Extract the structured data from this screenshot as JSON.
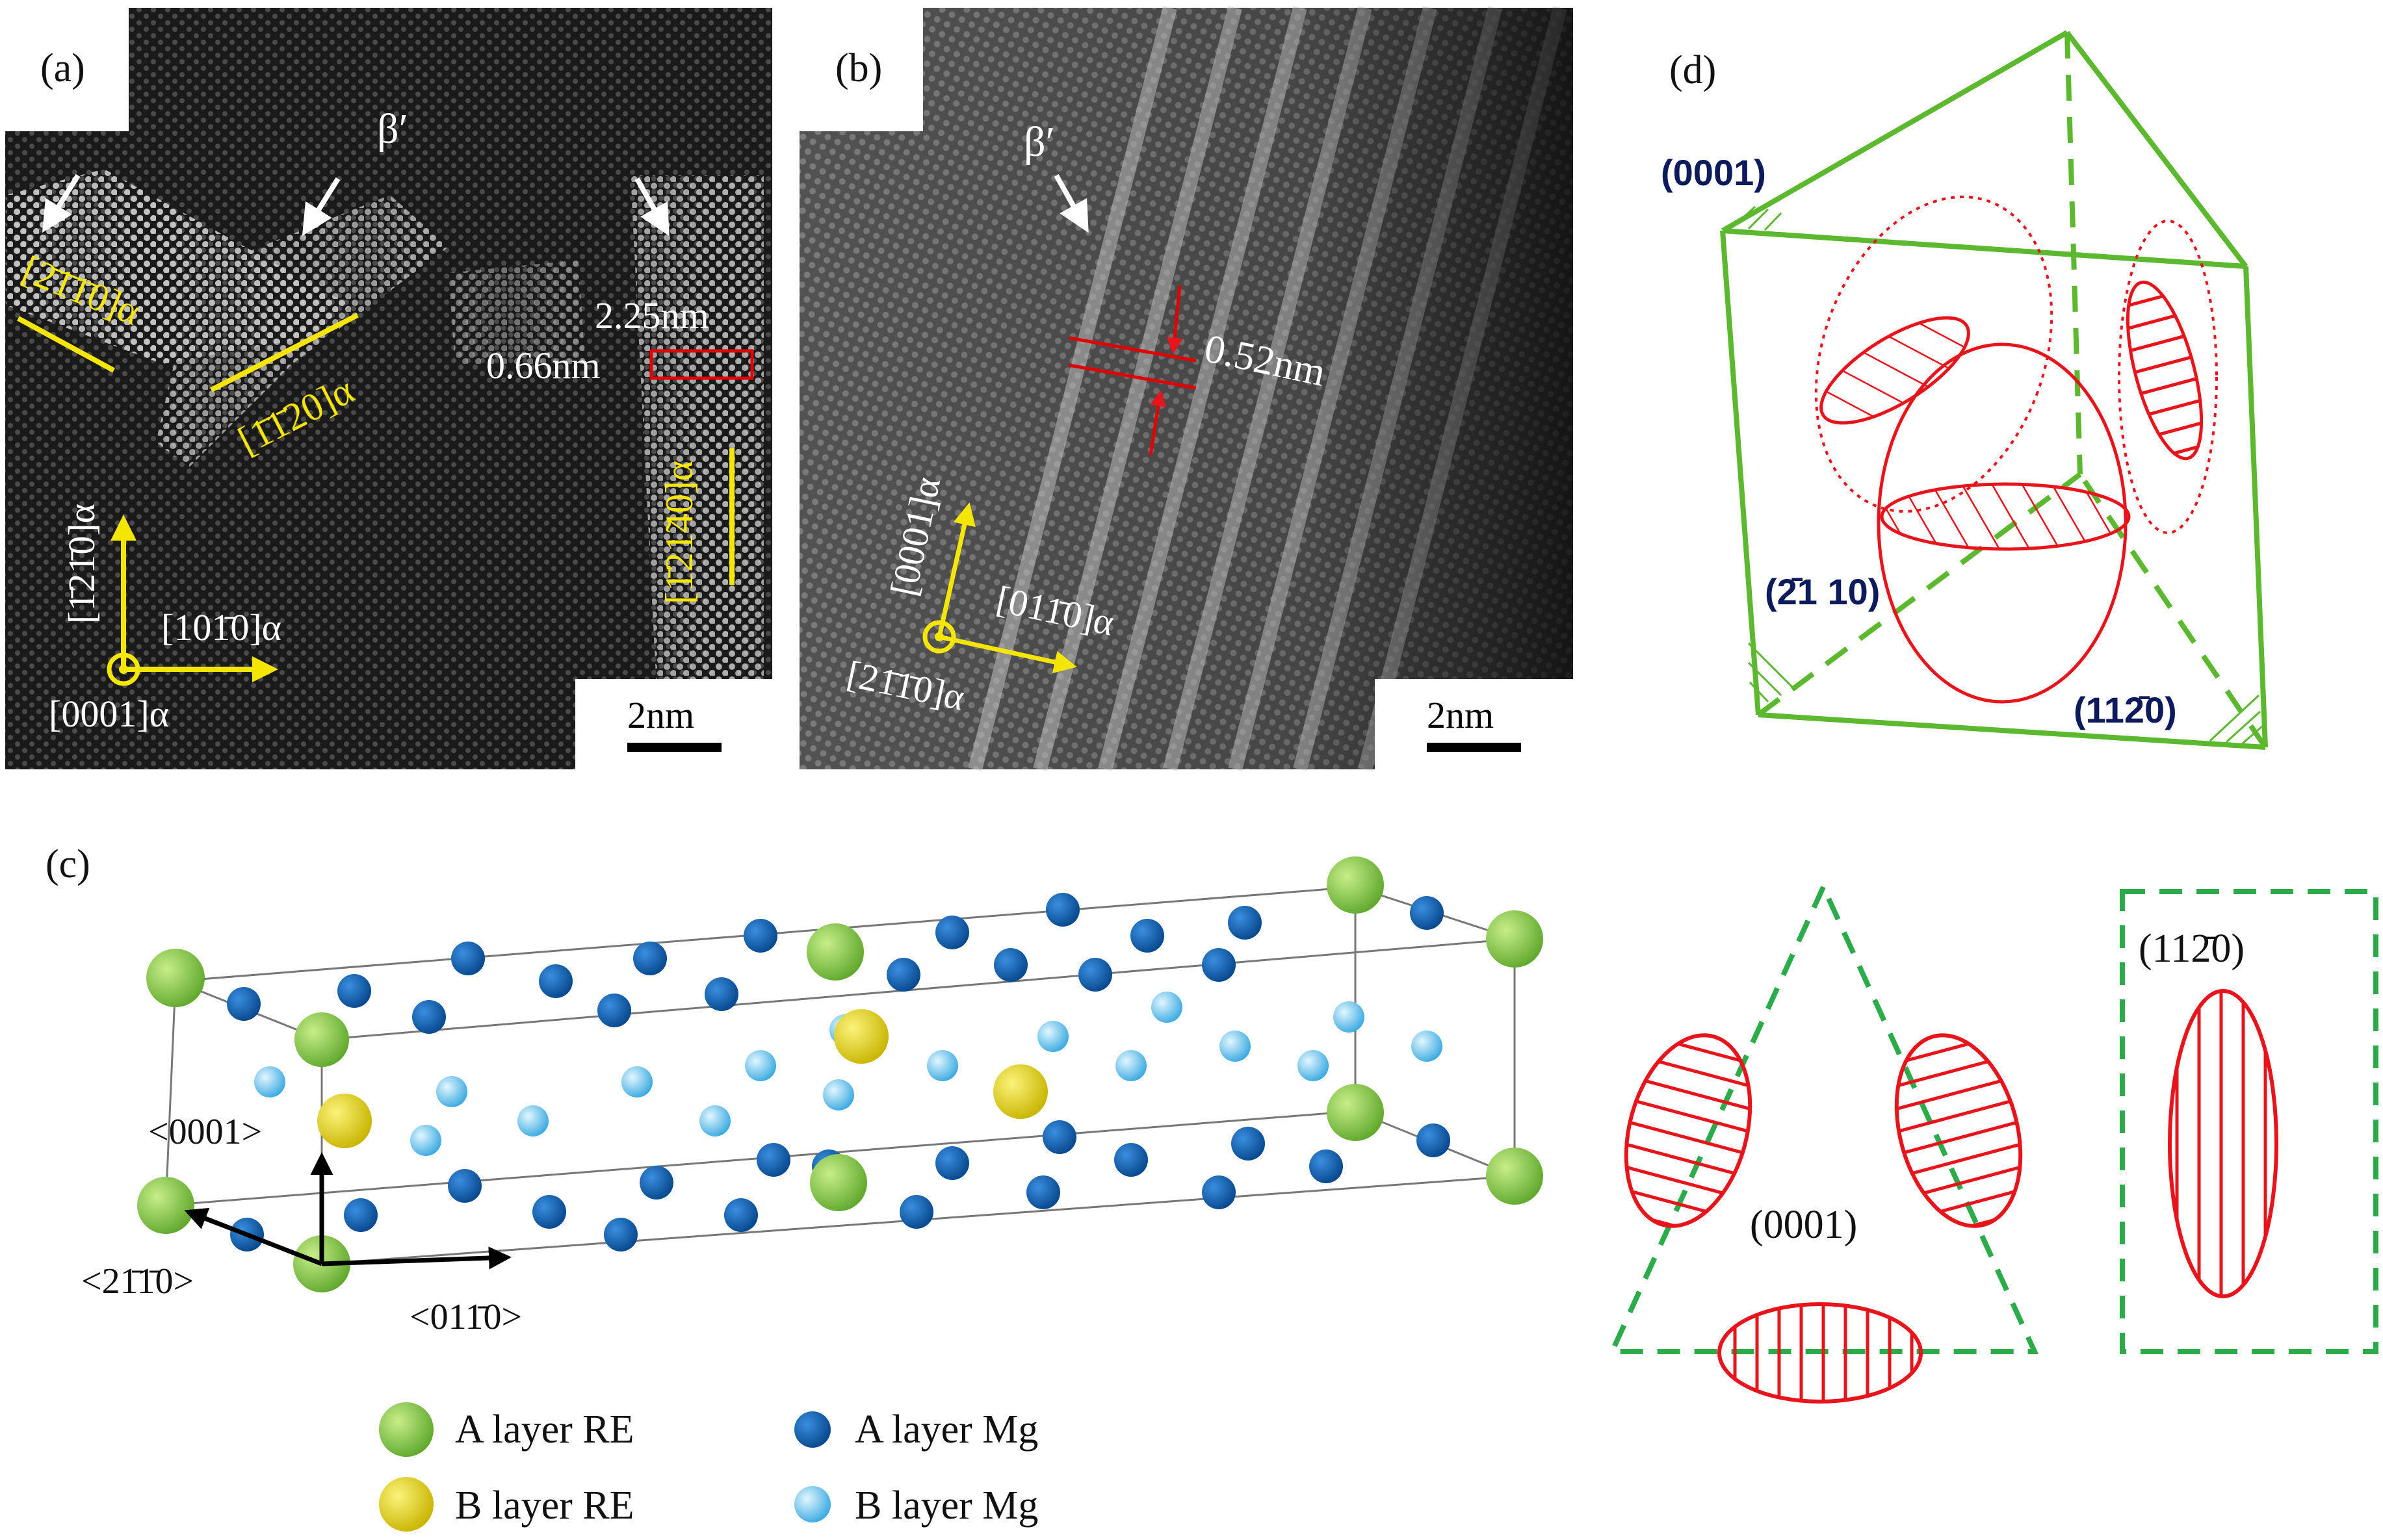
{
  "figure": {
    "panels": {
      "a": {
        "label": "(a)",
        "beta_label": "β′",
        "dir_2110_label": "[2̄1̄1̄0]α",
        "dir_1120_label": "[1̄1̄20]α",
        "dir_1210_label": "[1̄21̃40]α",
        "dim_width": "2.25nm",
        "dim_height": "0.66nm",
        "axis_up": "[1̄21̄0]α",
        "axis_right": "[101̄0]α",
        "axis_out": "[0001]α",
        "scale_bar": "2nm",
        "colors": {
          "annotation": "#f5e600",
          "measure_box": "#e00000"
        }
      },
      "b": {
        "label": "(b)",
        "beta_label": "β′",
        "spacing": "0.52nm",
        "axis_up": "[0001]α",
        "axis_right": "[011̄0]α",
        "axis_out": "[21̄1̄0]α",
        "scale_bar": "2nm"
      },
      "c": {
        "label": "(c)",
        "dir_0001": "<0001>",
        "dir_2110": "<21̄1̄0>",
        "dir_0110": "<011̄0>",
        "legend": [
          {
            "label": "A layer RE",
            "color": "#7cc242"
          },
          {
            "label": "B layer RE",
            "color": "#e8d400"
          },
          {
            "label": "A layer Mg",
            "color": "#0a5aa8"
          },
          {
            "label": "B layer Mg",
            "color": "#5cc4ee"
          }
        ]
      },
      "d": {
        "label": "(d)",
        "plane_0001": "(0001)",
        "plane_2110": "(2̄1 10)",
        "plane_1120": "(112̄0)",
        "section_0001": "(0001)",
        "section_1120": "(112̄0)",
        "colors": {
          "prism": "#5cb82e",
          "precipitate": "#e8141c",
          "plane_text": "#0d1b5c"
        }
      }
    }
  }
}
